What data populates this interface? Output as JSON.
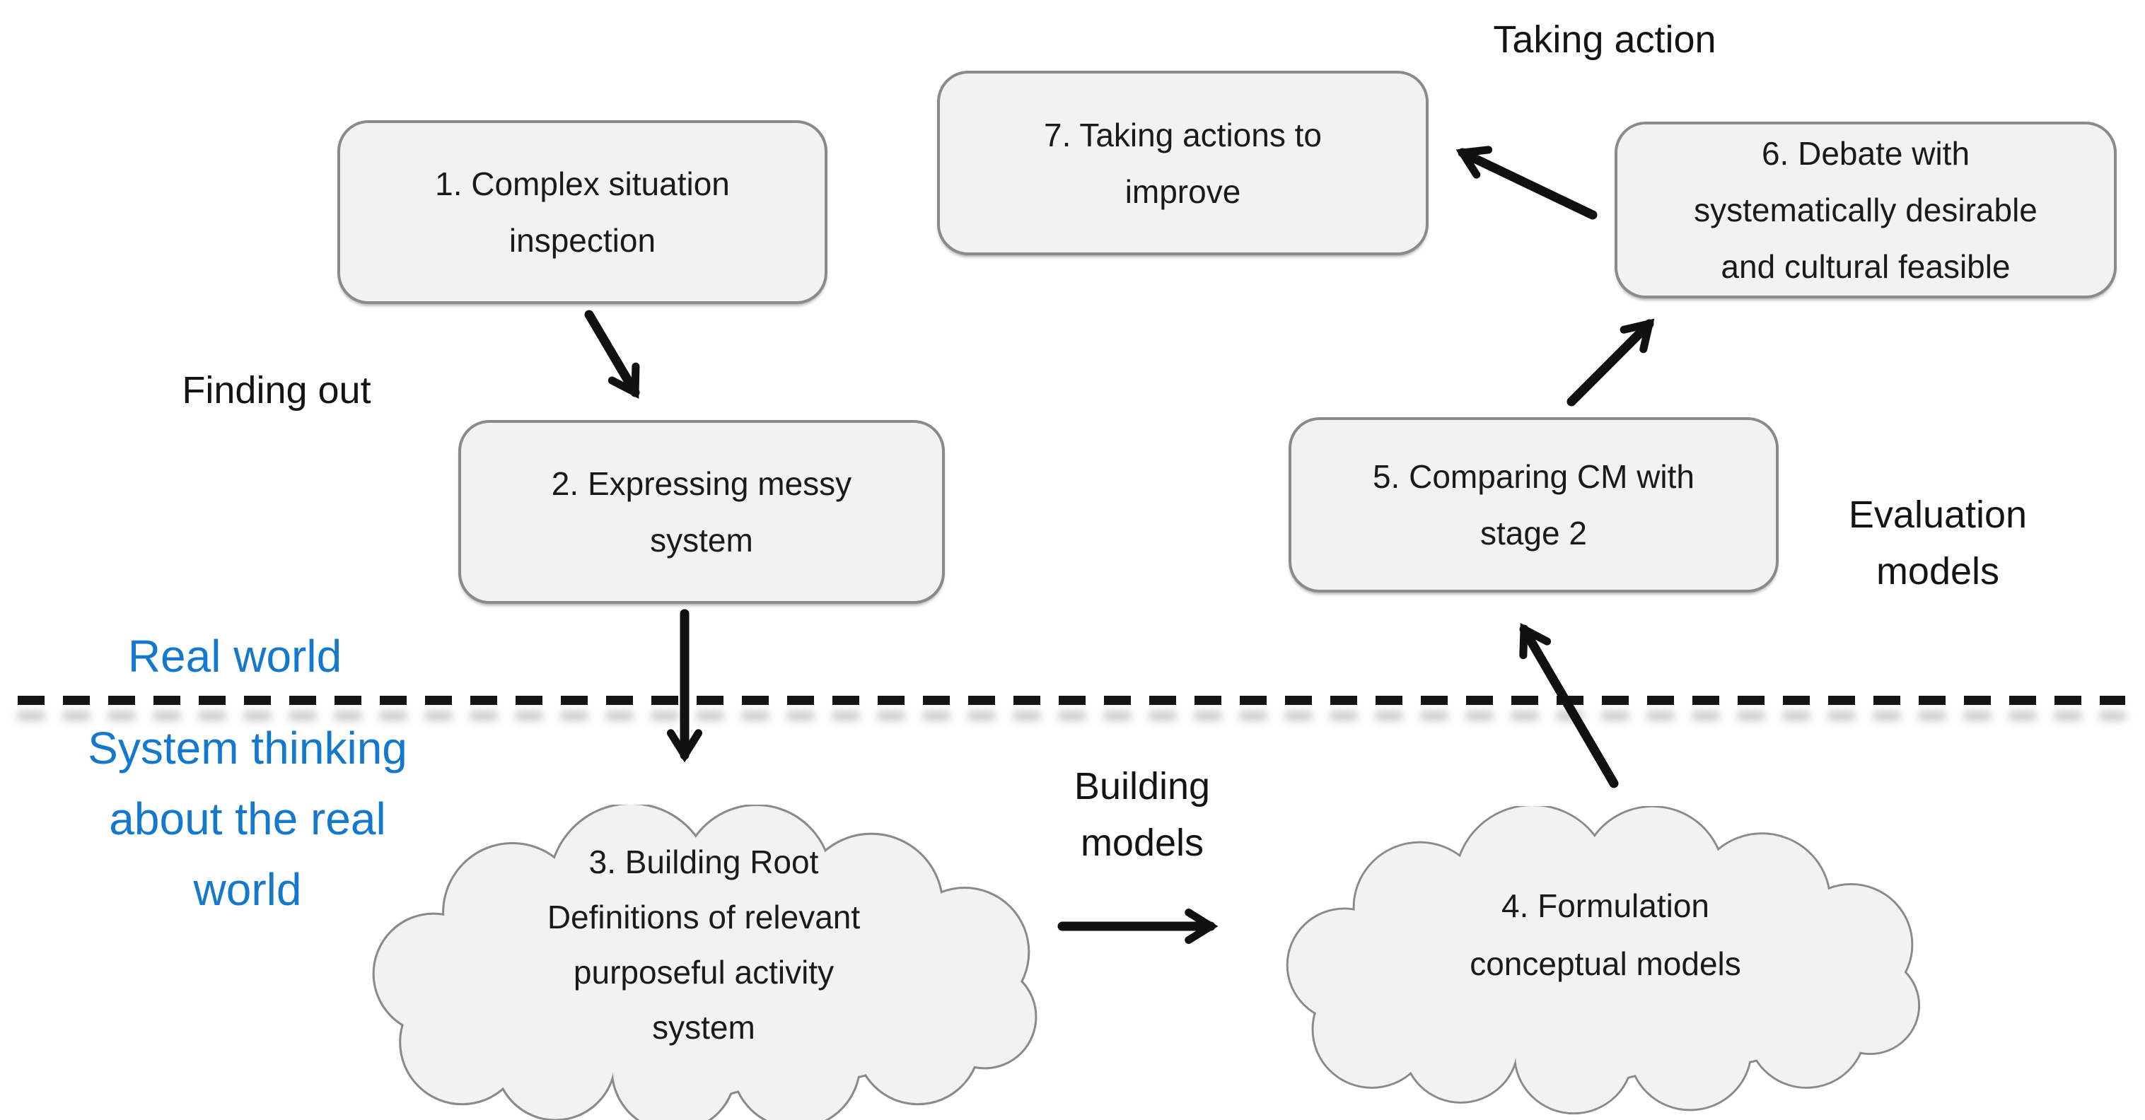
{
  "stages": [
    {
      "id": "1",
      "shape": "rounded-rectangle",
      "label": "1. Complex situation\ninspection"
    },
    {
      "id": "2",
      "shape": "rounded-rectangle",
      "label": "2. Expressing messy\nsystem"
    },
    {
      "id": "3",
      "shape": "cloud",
      "label": "3. Building Root\nDefinitions of relevant\npurposeful activity\nsystem"
    },
    {
      "id": "4",
      "shape": "cloud",
      "label": "4. Formulation\nconceptual models"
    },
    {
      "id": "5",
      "shape": "rounded-rectangle",
      "label": "5. Comparing CM with\nstage 2"
    },
    {
      "id": "6",
      "shape": "rounded-rectangle",
      "label": "6. Debate with\nsystematically desirable\nand cultural feasible"
    },
    {
      "id": "7",
      "shape": "rounded-rectangle",
      "label": "7. Taking actions to\nimprove"
    }
  ],
  "phase_labels": {
    "finding_out": "Finding out",
    "building_models": "Building\nmodels",
    "evaluation_models": "Evaluation\nmodels",
    "taking_action": "Taking action"
  },
  "zone_labels": {
    "real_world": "Real world",
    "systems_thinking": "System thinking\nabout the real\nworld"
  },
  "edges": [
    {
      "from": "1",
      "to": "2"
    },
    {
      "from": "2",
      "to": "3"
    },
    {
      "from": "3",
      "to": "4"
    },
    {
      "from": "4",
      "to": "5"
    },
    {
      "from": "5",
      "to": "6"
    },
    {
      "from": "6",
      "to": "7"
    }
  ],
  "colors": {
    "zone_label_blue": "#1478cd",
    "shape_fill": "#f2f2f2",
    "shape_border": "#8a8a8a",
    "arrow_black": "#111111",
    "divider_black": "#151515",
    "text_black": "#1a1a1a"
  }
}
